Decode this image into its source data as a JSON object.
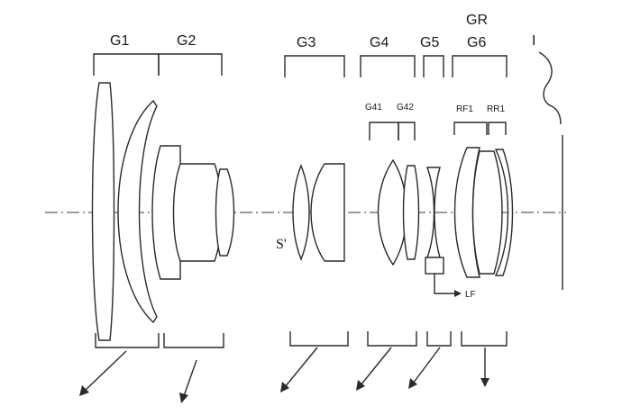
{
  "labels": {
    "g1": "G1",
    "g2": "G2",
    "g3": "G3",
    "g4": "G4",
    "g5": "G5",
    "gr": "GR",
    "g6": "G6",
    "image_plane": "I",
    "g41": "G41",
    "g42": "G42",
    "rf1": "RF1",
    "rr1": "RR1",
    "stop": "S'",
    "lf": "LF"
  }
}
